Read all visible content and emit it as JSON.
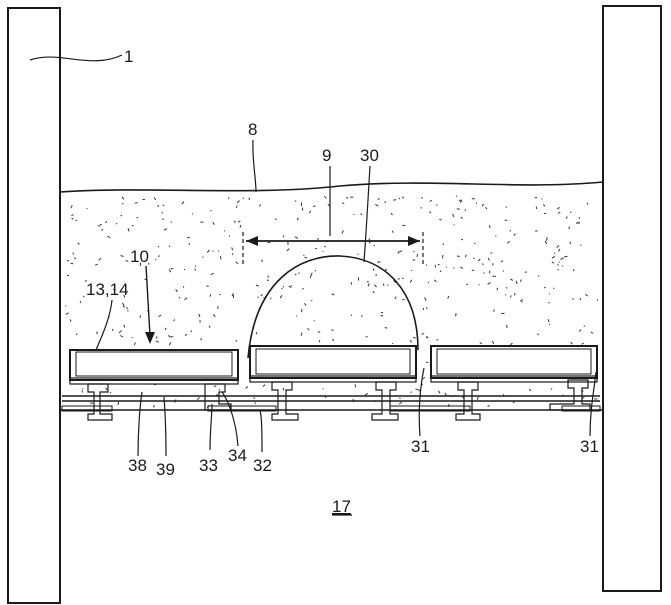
{
  "figure": {
    "labels": {
      "wall": "1",
      "bulk_material": "8",
      "width_arrow": "9",
      "tray_arrow": "10",
      "tray_parts": "13,14",
      "outer_chamber": "17",
      "dome": "30",
      "gap_center": "31",
      "gap_right": "31",
      "rail": "32",
      "clamp": "33",
      "bracket": "34",
      "plate": "38",
      "support": "39"
    }
  }
}
